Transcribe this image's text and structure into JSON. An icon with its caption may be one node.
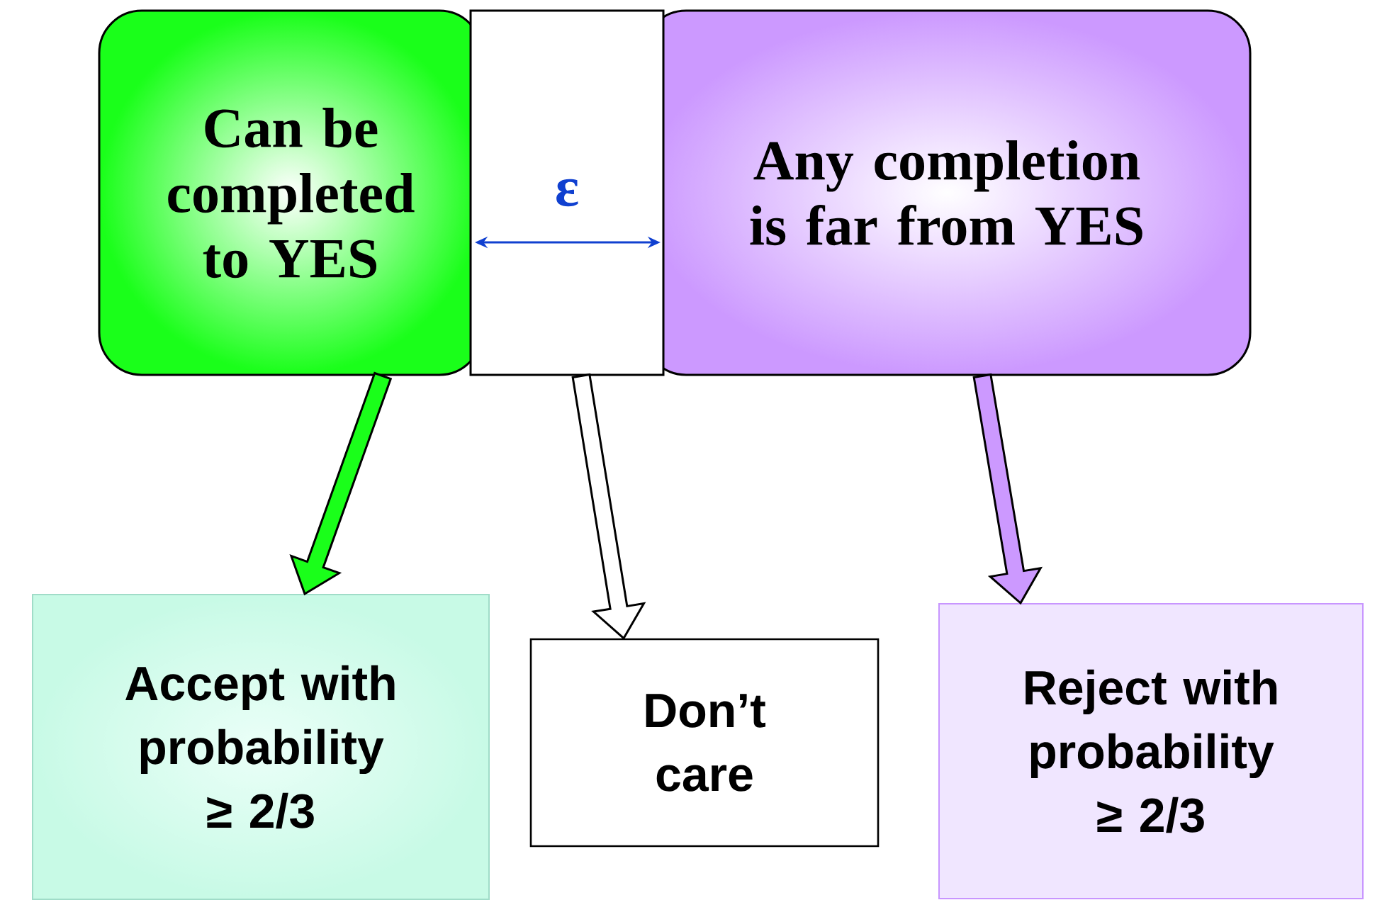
{
  "diagram": {
    "nodes": [
      {
        "text": [
          "Can be completed to YES"
        ]
      },
      {
        "text": [
          "ε"
        ]
      },
      {
        "text": [
          "Any completion is far from YES"
        ]
      },
      {
        "text": [
          "Accept with probability ≥ 2/3"
        ]
      },
      {
        "text": [
          "Don’t care"
        ]
      },
      {
        "text": [
          "Reject with probability ≥ 2/3"
        ]
      }
    ],
    "edges": [
      {
        "from": 0,
        "to": 3,
        "arrow": "to",
        "color": "#1aff1a"
      },
      {
        "from": 1,
        "to": 4,
        "arrow": "to",
        "color": "#ffffff"
      },
      {
        "from": 2,
        "to": 5,
        "arrow": "to",
        "color": "#cc99ff"
      }
    ]
  }
}
